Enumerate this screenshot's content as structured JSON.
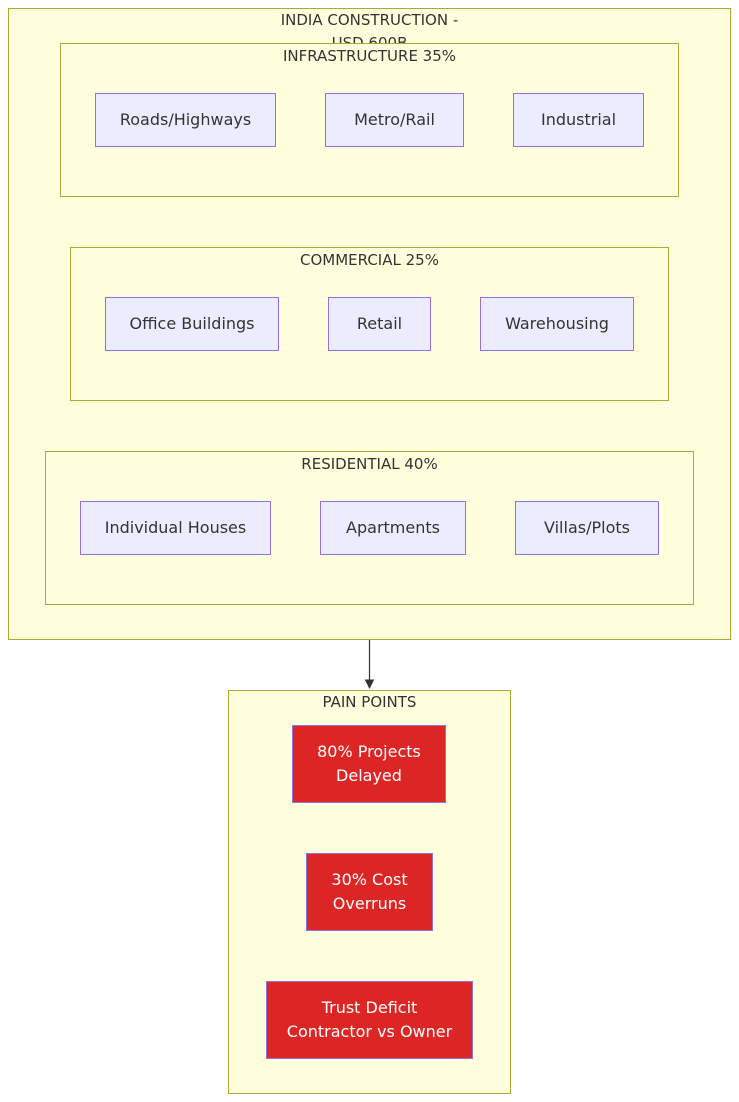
{
  "diagram": {
    "outer": {
      "title_line1": "INDIA CONSTRUCTION -",
      "title_line2": "USD 600B"
    },
    "infrastructure": {
      "title": "INFRASTRUCTURE 35%",
      "nodes": [
        "Roads/Highways",
        "Metro/Rail",
        "Industrial"
      ]
    },
    "commercial": {
      "title": "COMMERCIAL 25%",
      "nodes": [
        "Office Buildings",
        "Retail",
        "Warehousing"
      ]
    },
    "residential": {
      "title": "RESIDENTIAL 40%",
      "nodes": [
        "Individual Houses",
        "Apartments",
        "Villas/Plots"
      ]
    },
    "pain_points": {
      "title": "PAIN POINTS",
      "nodes": [
        [
          "80% Projects",
          "Delayed"
        ],
        [
          "30% Cost",
          "Overruns"
        ],
        [
          "Trust Deficit",
          "Contractor vs Owner"
        ]
      ]
    }
  },
  "colors": {
    "cluster_fill": "#ffffde",
    "cluster_border": "#aaaa33",
    "node_fill": "#ececff",
    "node_border": "#9370db",
    "pain_fill": "#dc2626",
    "pain_text": "#ffffff",
    "edge": "#333333"
  }
}
